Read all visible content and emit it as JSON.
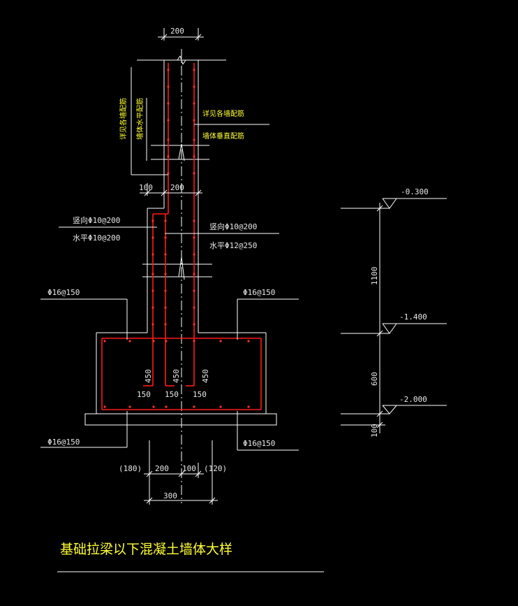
{
  "title": "基础拉梁以下混凝土墙体大样",
  "colors": {
    "background": "#000000",
    "outline": "#ffffff",
    "rebar": "#ff1a1a",
    "text": "#ffff33",
    "dims": "#e8e8e8"
  },
  "dims": {
    "top_width": "200",
    "step_left": "100",
    "step_width": "200",
    "h_450_left": "450",
    "h_450_mid": "450",
    "h_450_right": "450",
    "w_150_left": "150",
    "w_150_mid": "150",
    "w_150_right": "150",
    "bottom_180": "(180)",
    "bottom_200": "200",
    "bottom_100": "100",
    "bottom_120": "(120)",
    "bottom_300": "300"
  },
  "labels": {
    "see_wall_rebar": "详见各墙配筋",
    "wall_vertical_rebar": "墙体垂直配筋",
    "vert_side_1": "详见各墙配筋",
    "vert_side_2": "墙体水平配筋",
    "left_vertical": "竖向Φ10@200",
    "left_horizontal": "水平Φ10@200",
    "right_vertical": "竖向Φ10@200",
    "right_horizontal": "水平Φ12@250",
    "footing_top_left": "Φ16@150",
    "footing_top_right": "Φ16@150",
    "footing_bottom_left": "Φ16@150",
    "footing_bottom_right": "Φ16@150"
  },
  "elevation": {
    "levels": [
      "-0.300",
      "-1.400",
      "-2.000"
    ],
    "spans": [
      "1100",
      "600",
      "100"
    ]
  }
}
